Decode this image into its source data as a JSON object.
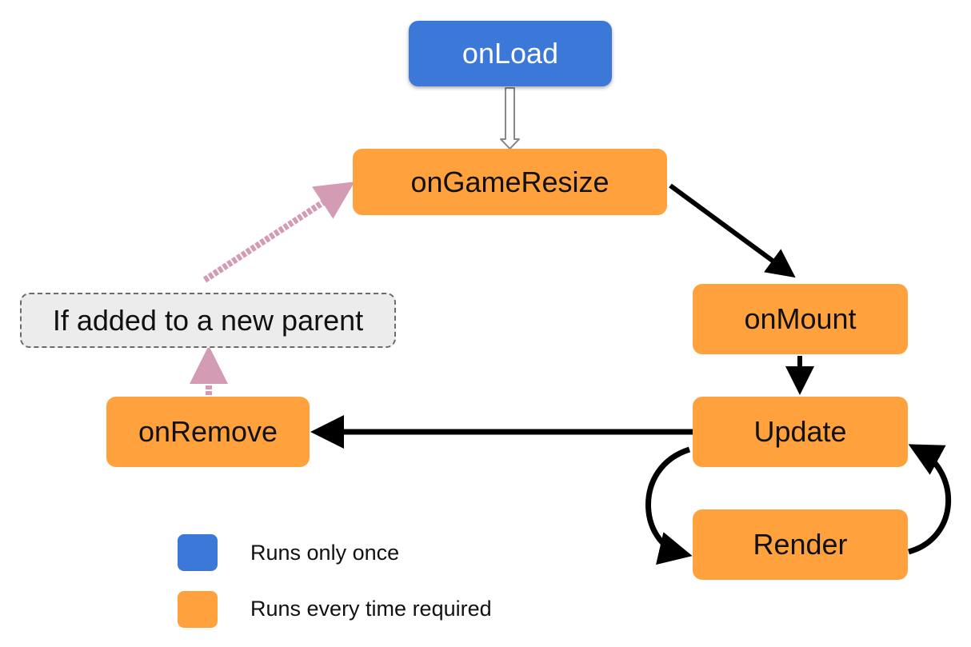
{
  "nodes": {
    "on_load": "onLoad",
    "on_game_resize": "onGameResize",
    "on_mount": "onMount",
    "update": "Update",
    "render": "Render",
    "on_remove": "onRemove",
    "if_added": "If added to a new parent"
  },
  "legend": {
    "once": {
      "label": "Runs only once",
      "color": "#3b78d8"
    },
    "every_time": {
      "label": "Runs every time required",
      "color": "#ffa13c"
    }
  },
  "colors": {
    "arrow": "#000000",
    "reparent_arrow": "#d49bb5",
    "hollow_arrow": "#888888"
  }
}
